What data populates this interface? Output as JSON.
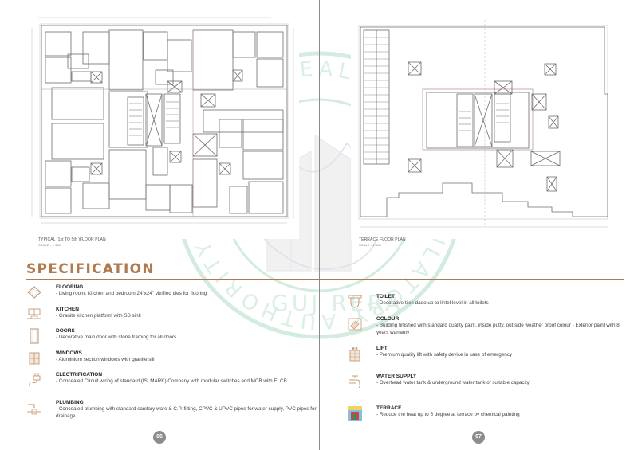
{
  "left_page": {
    "plan": {
      "caption": "TYPICAL (1st TO 5th )FLOOR PLAN",
      "scale": "SCALE - 1:100"
    },
    "section_title": "SPECIFICATION",
    "items": [
      {
        "icon": "flooring-tile-icon",
        "label": "FLOORING",
        "desc": "- Living room, Kitchen and bedroom 24\"x24\"  vitrified tiles for flooring"
      },
      {
        "icon": "kitchen-sink-icon",
        "label": "KITCHEN",
        "desc": "- Granite kitchen platform with SS sink"
      },
      {
        "icon": "door-icon",
        "label": "DOORS",
        "desc": "- Decorative main door with stone framing  for all doors"
      },
      {
        "icon": "window-icon",
        "label": "WINDOWS",
        "desc": "- Aluminium section windows with granite sill"
      },
      {
        "icon": "electric-plug-icon",
        "label": "ELECTRIFICATION",
        "desc": "- Concealed Circuit wiring of standard (ISI MARK) Company with modular switches and MCB with ELCB"
      },
      {
        "icon": "plumbing-pipe-icon",
        "label": "PLUMBING",
        "desc": "- Concealed plumbing with standard sanitary ware & C.P. fitting, CPVC & UPVC pipes for water supply, PVC pipes for drainage"
      }
    ],
    "page_number": "06"
  },
  "right_page": {
    "plan": {
      "caption": "TERRACE FLOOR PLAN",
      "scale": "SCALE - 1:100"
    },
    "items": [
      {
        "icon": "toilet-icon",
        "label": "TOILET",
        "desc": "- Decorative tiles dado up to lintel level in all toilets"
      },
      {
        "icon": "paint-roller-icon",
        "label": "COLOUR",
        "desc": "- Building finished with standard quality paint, inside putty, out side weather proof colour - Exterior paint with 8 years warranty"
      },
      {
        "icon": "lift-icon",
        "label": "LIFT",
        "desc": "- Premium quality lift with safety device in case of emergency"
      },
      {
        "icon": "water-tap-icon",
        "label": "WATER SUPPLY",
        "desc": "- Overhead water tank & underground water tank of suitable capacity"
      },
      {
        "icon": "terrace-heat-icon",
        "label": "TERRACE",
        "desc": "- Reduce the heat up to 5 degree at terrace by chemical painting"
      }
    ],
    "page_number": "07"
  },
  "watermark": {
    "ring_text": "GUJARAT REAL ESTATE REGULATORY AUTHORITY",
    "bottom_text": "GUJ RERA"
  },
  "colors": {
    "accent": "#b07a4e",
    "icon": "#c9a07f",
    "watermark": "#cfe9dc",
    "page_badge": "#8c8c8c"
  }
}
